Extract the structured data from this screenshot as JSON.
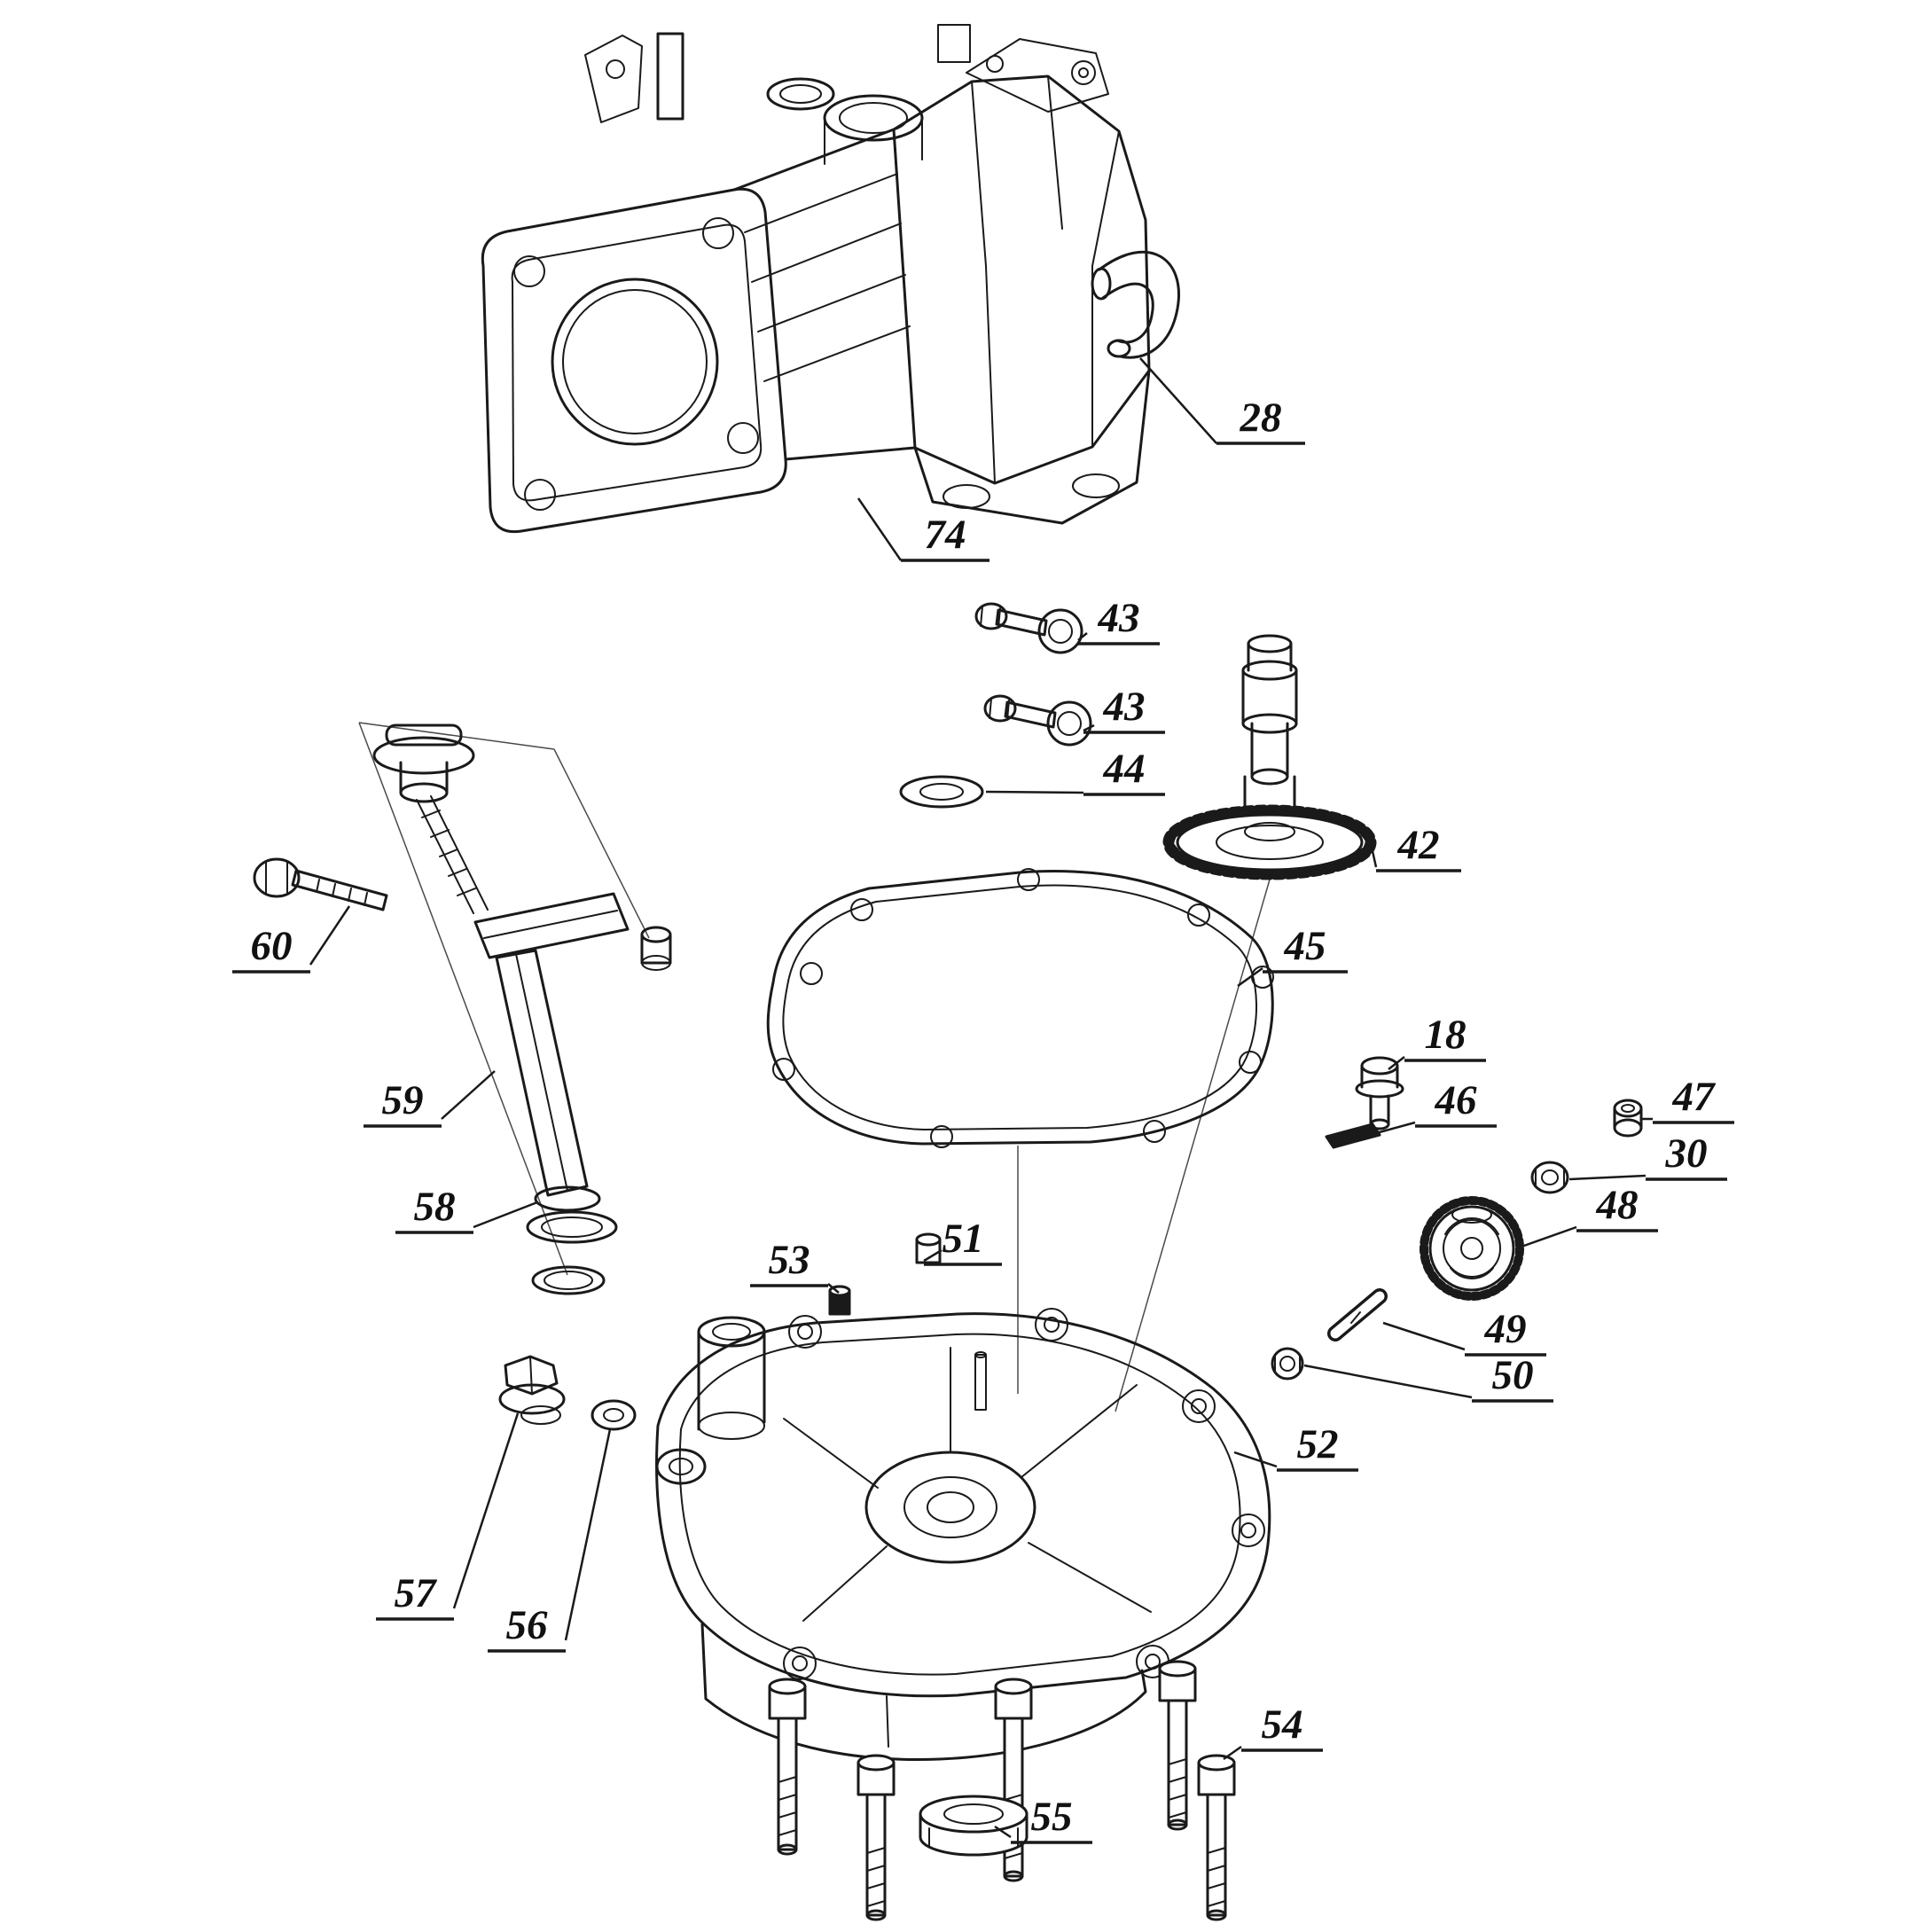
{
  "diagram": {
    "type": "exploded-parts-diagram",
    "background_color": "#ffffff",
    "line_color": "#1a1a1a",
    "label_color": "#111111",
    "labels": [
      {
        "text": "28"
      },
      {
        "text": "74"
      },
      {
        "text": "43"
      },
      {
        "text": "43"
      },
      {
        "text": "44"
      },
      {
        "text": "42"
      },
      {
        "text": "45"
      },
      {
        "text": "18"
      },
      {
        "text": "46"
      },
      {
        "text": "47"
      },
      {
        "text": "30"
      },
      {
        "text": "48"
      },
      {
        "text": "49"
      },
      {
        "text": "50"
      },
      {
        "text": "51"
      },
      {
        "text": "53"
      },
      {
        "text": "52"
      },
      {
        "text": "60"
      },
      {
        "text": "59"
      },
      {
        "text": "58"
      },
      {
        "text": "57"
      },
      {
        "text": "56"
      },
      {
        "text": "54"
      },
      {
        "text": "55"
      }
    ]
  }
}
